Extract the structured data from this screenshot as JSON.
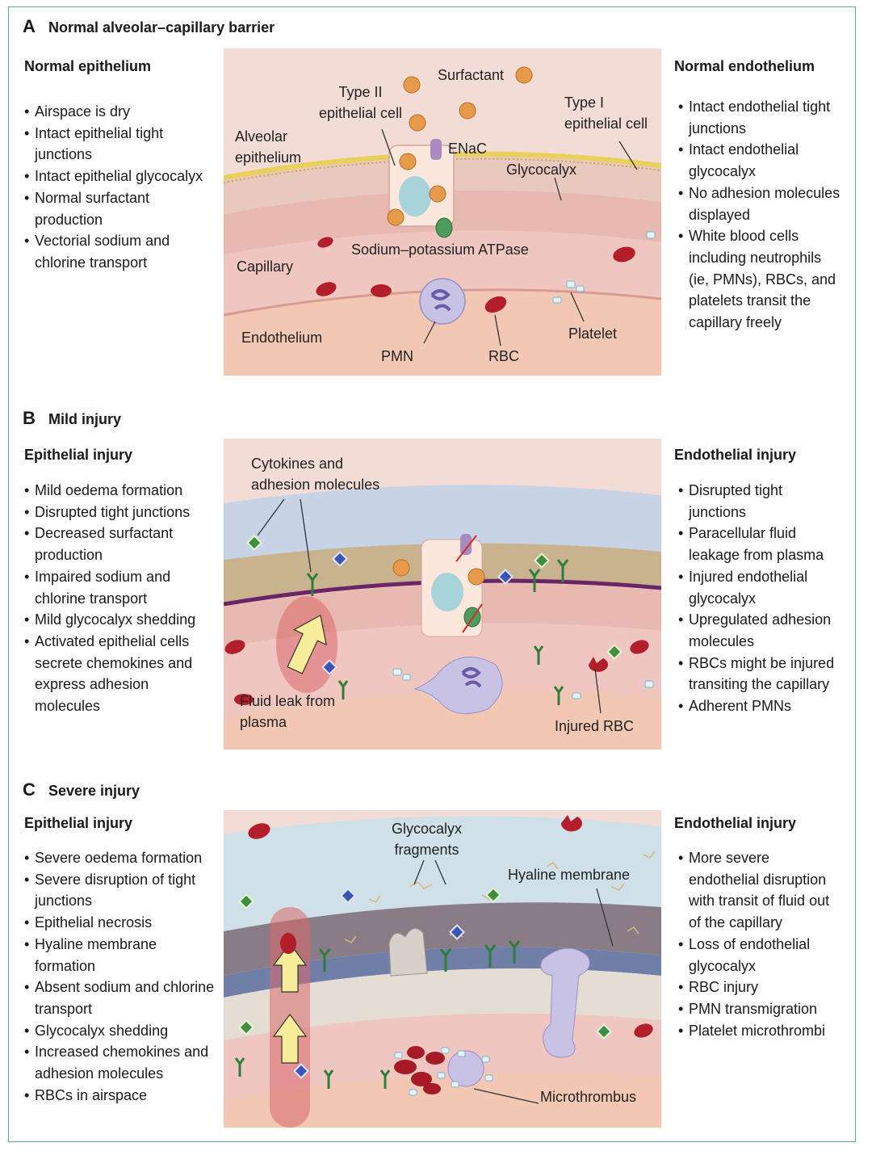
{
  "section_a": {
    "letter": "A",
    "title": "Normal alveolar–capillary barrier",
    "left_heading": "Normal epithelium",
    "left_items": [
      "Airspace is dry",
      "Intact epithelial tight junctions",
      "Intact epithelial glycocalyx",
      "Normal surfactant production",
      "Vectorial sodium and chlorine transport"
    ],
    "right_heading": "Normal endothelium",
    "right_items": [
      "Intact endothelial tight junctions",
      "Intact endothelial glycocalyx",
      "No adhesion molecules displayed",
      "White blood cells including neutrophils (ie, PMNs), RBCs, and platelets transit the capillary freely"
    ],
    "labels": {
      "surfactant": "Surfactant",
      "type2": "Type II\nepithelial cell",
      "type1": "Type I\nepithelial cell",
      "alveolar": "Alveolar\nepithelium",
      "enac": "ENaC",
      "glycocalyx": "Glycocalyx",
      "atpase": "Sodium–potassium ATPase",
      "capillary": "Capillary",
      "endothelium": "Endothelium",
      "pmn": "PMN",
      "rbc": "RBC",
      "platelet": "Platelet"
    }
  },
  "section_b": {
    "letter": "B",
    "title": "Mild injury",
    "left_heading": "Epithelial injury",
    "left_items": [
      "Mild oedema formation",
      "Disrupted tight junctions",
      "Decreased surfactant production",
      "Impaired sodium and chlorine transport",
      "Mild glycocalyx shedding",
      "Activated epithelial cells secrete chemokines and express adhesion molecules"
    ],
    "right_heading": "Endothelial injury",
    "right_items": [
      "Disrupted tight junctions",
      "Paracellular fluid leakage from plasma",
      "Injured endothelial glycocalyx",
      "Upregulated adhesion molecules",
      "RBCs might be injured transiting the capillary",
      "Adherent PMNs"
    ],
    "labels": {
      "cytokines": "Cytokines and\nadhesion molecules",
      "fluid_leak": "Fluid leak from\nplasma",
      "injured_rbc": "Injured RBC"
    }
  },
  "section_c": {
    "letter": "C",
    "title": "Severe injury",
    "left_heading": "Epithelial injury",
    "left_items": [
      "Severe oedema formation",
      "Severe disruption of tight junctions",
      "Epithelial necrosis",
      "Hyaline membrane formation",
      "Absent sodium and chlorine transport",
      "Glycocalyx shedding",
      "Increased chemokines and adhesion molecules",
      "RBCs in airspace"
    ],
    "right_heading": "Endothelial injury",
    "right_items": [
      "More severe endothelial disruption with transit of fluid out of the capillary",
      "Loss of endothelial glycocalyx",
      "RBC injury",
      "PMN transmigration",
      "Platelet microthrombi"
    ],
    "labels": {
      "glyco_fragments": "Glycocalyx\nfragments",
      "hyaline": "Hyaline membrane",
      "microthrombus": "Microthrombus"
    }
  },
  "colors": {
    "frame": "#5fa7a0",
    "airspace": "#f3dcd6",
    "edema": "#c9d3e6",
    "severe_edema": "#cfe0e8",
    "epithelium": "#e9c8bd",
    "glycocalyx": "#e8d05a",
    "capillary": "#efc7c0",
    "endothelium": "#f2c8b4",
    "rbc": "#b21f2a",
    "pmn": "#c8c2e4",
    "surfactant": "#e79a4a",
    "adhesion_green": "#2f8a3c",
    "cytokine_blue": "#3a55b5",
    "hyaline": "#8a7c86"
  }
}
